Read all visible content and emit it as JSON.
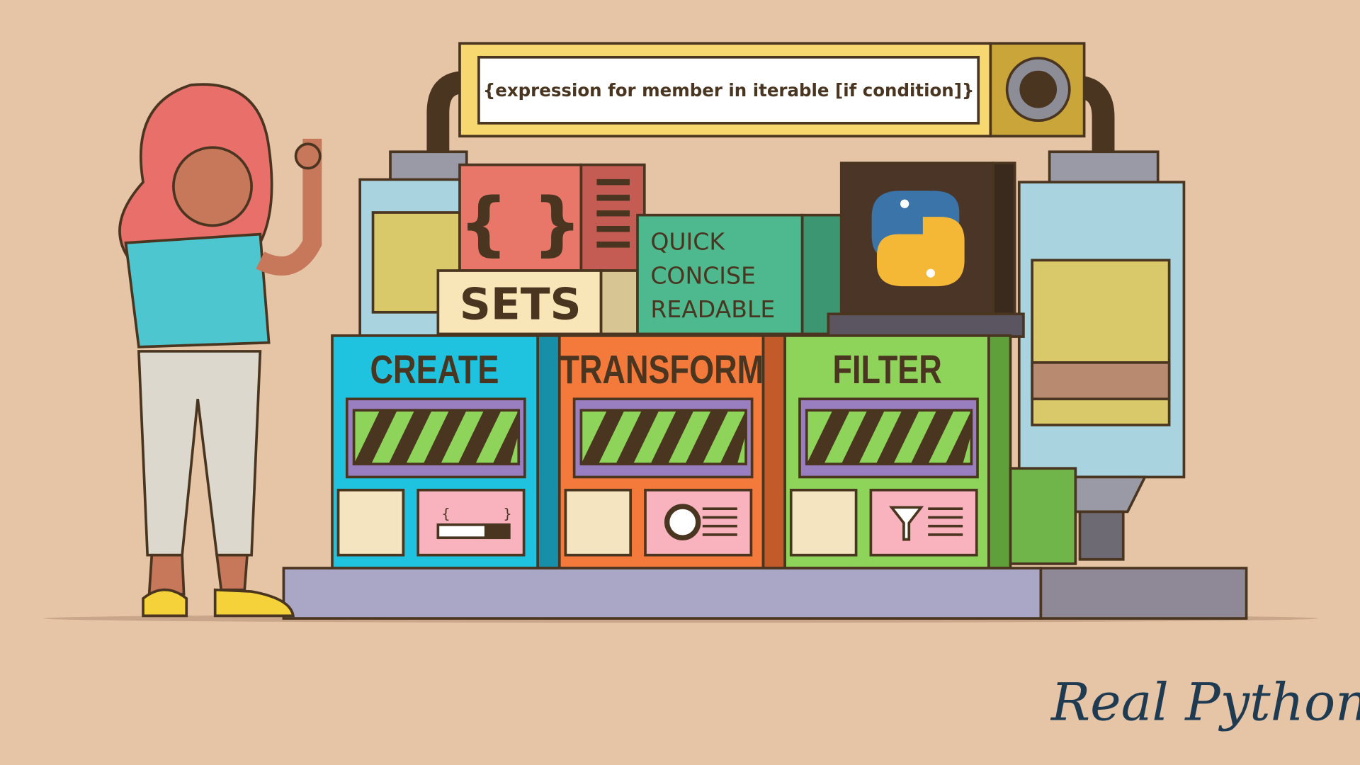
{
  "banner": {
    "text": "{expression for member in iterable [if condition]}"
  },
  "boxes": {
    "braces": "{ }",
    "sets": "SETS",
    "qualities": [
      "QUICK",
      "CONCISE",
      "READABLE"
    ]
  },
  "panels": [
    {
      "label": "CREATE",
      "color": "#1fc3e0",
      "icon": "braces-slider-icon"
    },
    {
      "label": "TRANSFORM",
      "color": "#f47a3c",
      "icon": "dial-icon"
    },
    {
      "label": "FILTER",
      "color": "#8fd45a",
      "icon": "funnel-icon"
    }
  ],
  "mini_braces": {
    "open": "{",
    "close": "}"
  },
  "logo": {
    "text": "Real Python",
    "color": "#1f3b52"
  },
  "colors": {
    "background": "#e6c4a6",
    "outline": "#4a3520"
  }
}
